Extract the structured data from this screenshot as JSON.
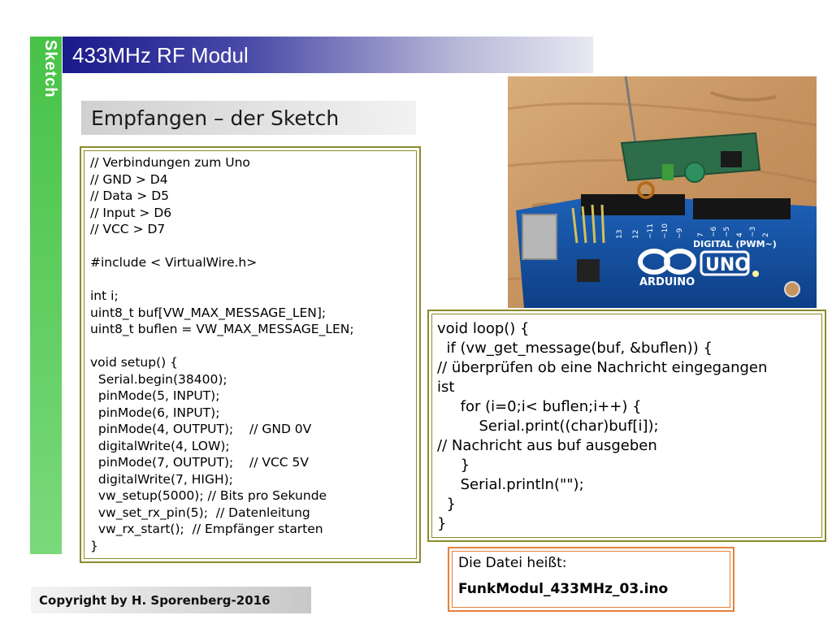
{
  "side_label": "Sketch",
  "title": "433MHz RF Modul",
  "subtitle": "Empfangen – der Sketch",
  "code_left": [
    "// Verbindungen zum Uno",
    "// GND > D4",
    "// Data > D5",
    "// Input > D6",
    "// VCC > D7",
    "",
    "#include < VirtualWire.h>",
    "",
    "int i;",
    "uint8_t buf[VW_MAX_MESSAGE_LEN];",
    "uint8_t buflen = VW_MAX_MESSAGE_LEN;",
    "",
    "void setup() {",
    "  Serial.begin(38400);",
    "  pinMode(5, INPUT);",
    "  pinMode(6, INPUT);",
    "  pinMode(4, OUTPUT);    // GND 0V",
    "  digitalWrite(4, LOW);",
    "  pinMode(7, OUTPUT);    // VCC 5V",
    "  digitalWrite(7, HIGH);",
    "  vw_setup(5000); // Bits pro Sekunde",
    "  vw_set_rx_pin(5);  // Datenleitung",
    "  vw_rx_start();  // Empfänger starten",
    "}"
  ],
  "code_right": [
    "void loop() {",
    "  if (vw_get_message(buf, &buflen)) {",
    "// überprüfen ob eine Nachricht eingegangen",
    "ist",
    "     for (i=0;i< buflen;i++) {",
    "         Serial.print((char)buf[i]);",
    "// Nachricht aus buf ausgeben",
    "     }",
    "     Serial.println(\"\");",
    "  }",
    "}"
  ],
  "photo": {
    "board_text": "ARDUINO",
    "uno_text": "UNO",
    "digital_label": "DIGITAL (PWM~)"
  },
  "file_box": {
    "label": "Die Datei heißt:",
    "filename": "FunkModul_433MHz_03.ino"
  },
  "copyright": "Copyright by H. Sporenberg-2016"
}
